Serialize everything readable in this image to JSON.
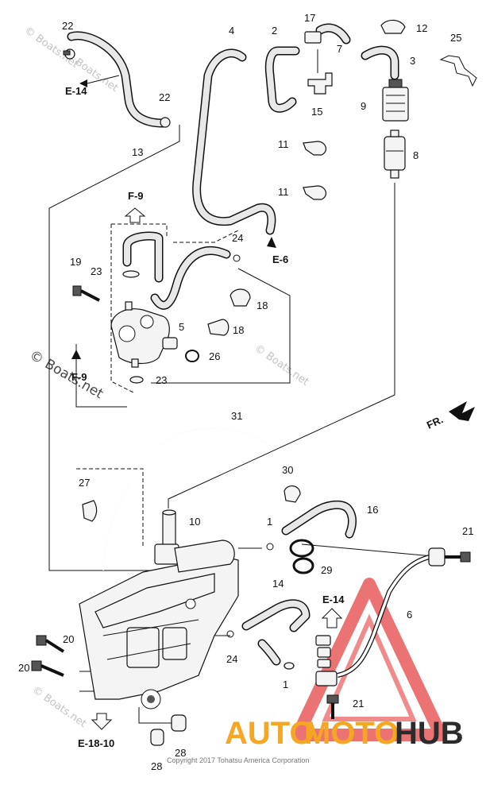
{
  "parts": {
    "p1": "1",
    "p2": "2",
    "p3": "3",
    "p4": "4",
    "p5": "5",
    "p6": "6",
    "p7": "7",
    "p8": "8",
    "p9": "9",
    "p10": "10",
    "p11": "11",
    "p12": "12",
    "p13": "13",
    "p14": "14",
    "p15": "15",
    "p16": "16",
    "p17": "17",
    "p18": "18",
    "p19": "19",
    "p20": "20",
    "p21": "21",
    "p22": "22",
    "p23": "23",
    "p24": "24",
    "p25": "25",
    "p26": "26",
    "p27": "27",
    "p28": "28",
    "p29": "29",
    "p30": "30",
    "p31": "31"
  },
  "references": {
    "e14": "E-14",
    "f9": "F-9",
    "e6": "E-6",
    "e1810": "E-18-10",
    "fr": "FR."
  },
  "watermarks": {
    "boats": "© Boats.net"
  },
  "footer": {
    "copyright": "Copyright 2017 Tohatsu America Corporation"
  },
  "logo": {
    "text_auto": "AUTO",
    "text_moto": "MOTO",
    "text_hub": "HUB",
    "color_orange": "#f5a623",
    "color_dark": "#2b2b2b",
    "color_triangle": "#e85a5a"
  }
}
